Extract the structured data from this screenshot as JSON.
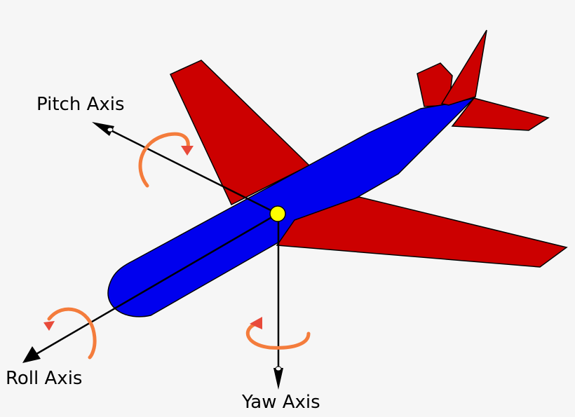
{
  "labels": {
    "pitch": "Pitch Axis",
    "roll": "Roll Axis",
    "yaw": "Yaw Axis"
  },
  "colors": {
    "background": "#f6f6f6",
    "fuselage": "#0000ee",
    "wings_tail": "#cc0000",
    "center_of_gravity": "#ffff00",
    "rotation_arrows": "#f47c3c",
    "rotation_arrowheads": "#e84a3a",
    "axes": "#000000"
  }
}
